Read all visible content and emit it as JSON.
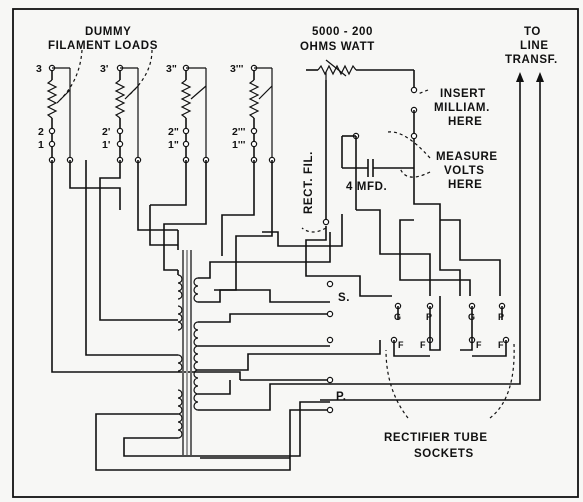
{
  "labels": {
    "dummy_line1": "DUMMY",
    "dummy_line2": "FILAMENT LOADS",
    "ohms": "5000 - 200",
    "ohms_line2": "OHMS   WATT",
    "to_line1": "TO",
    "to_line2": "LINE",
    "to_line3": "TRANSF.",
    "insert1": "INSERT",
    "insert2": "MILLIAM.",
    "insert3": "HERE",
    "measure1": "MEASURE",
    "measure2": "VOLTS",
    "measure3": "HERE",
    "cap": "4 MFD.",
    "rect_fil": "RECT. FIL.",
    "s": "S.",
    "p": "P.",
    "rectifier1": "RECTIFIER TUBE",
    "rectifier2": "SOCKETS"
  },
  "loads": [
    {
      "top": "3",
      "mid": "2",
      "bot": "1"
    },
    {
      "top": "3'",
      "mid": "2'",
      "bot": "1'"
    },
    {
      "top": "3\"",
      "mid": "2\"",
      "bot": "1\""
    },
    {
      "top": "3'''",
      "mid": "2'''",
      "bot": "1'''"
    }
  ],
  "sockets": {
    "upper_left": [
      "G",
      "P"
    ],
    "upper_right": [
      "G",
      "P"
    ],
    "lower_left": [
      "F",
      "F"
    ],
    "lower_right": [
      "F",
      "F"
    ]
  }
}
